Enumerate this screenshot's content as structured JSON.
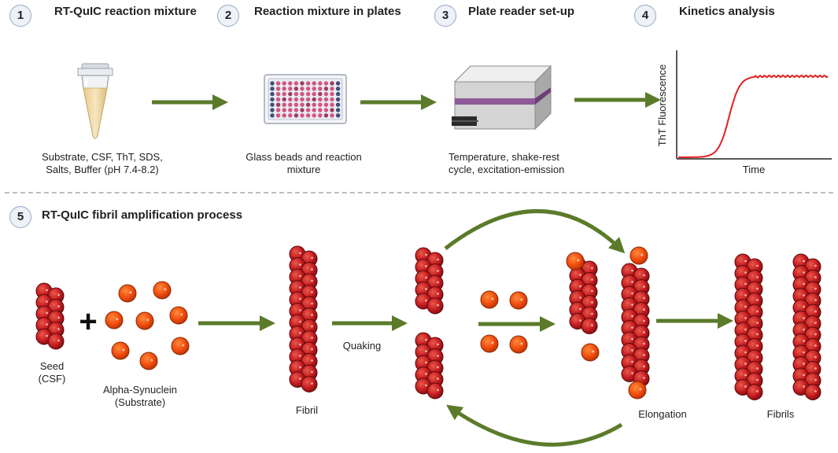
{
  "steps": [
    {
      "number": "1",
      "title": "RT-QuIC reaction mixture"
    },
    {
      "number": "2",
      "title": "Reaction mixture in plates"
    },
    {
      "number": "3",
      "title": "Plate reader set-up"
    },
    {
      "number": "4",
      "title": "Kinetics analysis"
    },
    {
      "number": "5",
      "title": "RT-QuIC fibril amplification process"
    }
  ],
  "captions": {
    "mixture_line1": "Substrate, CSF, ThT, SDS,",
    "mixture_line2": "Salts, Buffer (pH 7.4-8.2)",
    "plates_line1": "Glass beads and reaction",
    "plates_line2": "mixture",
    "reader_line1": "Temperature, shake-rest",
    "reader_line2": "cycle, excitation-emission"
  },
  "kinetics": {
    "ylabel": "ThT Fluorescence",
    "xlabel": "Time"
  },
  "process": {
    "seed_line1": "Seed",
    "seed_line2": "(CSF)",
    "plus": "+",
    "substrate_line1": "Alpha-Synuclein",
    "substrate_line2": "(Substrate)",
    "fibril": "Fibril",
    "quaking": "Quaking",
    "elongation": "Elongation",
    "fibrils": "Fibrils"
  },
  "colors": {
    "arrow": "#5b7b2a",
    "bead_red": "#c81e22",
    "bead_orange": "#f04a0c",
    "curve": "#e02020",
    "divider": "#bdbdbd"
  },
  "icons": {
    "tube": "microcentrifuge-tube-icon",
    "plate": "well-plate-icon",
    "reader": "plate-reader-icon"
  }
}
